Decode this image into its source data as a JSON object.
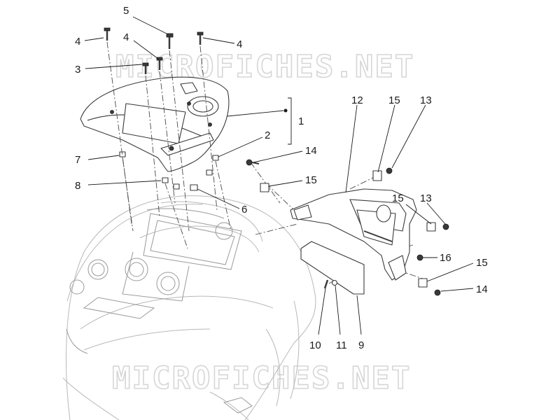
{
  "watermark": {
    "text": "MICROFICHES.NET"
  },
  "callouts": {
    "c1": "1",
    "c2": "2",
    "c3": "3",
    "c4a": "4",
    "c4b": "4",
    "c4c": "4",
    "c5": "5",
    "c6": "6",
    "c7": "7",
    "c8": "8",
    "c9": "9",
    "c10": "10",
    "c11": "11",
    "c12": "12",
    "c13a": "13",
    "c13b": "13",
    "c14a": "14",
    "c14b": "14",
    "c15a": "15",
    "c15b": "15",
    "c15c": "15",
    "c15d": "15",
    "c16": "16"
  }
}
